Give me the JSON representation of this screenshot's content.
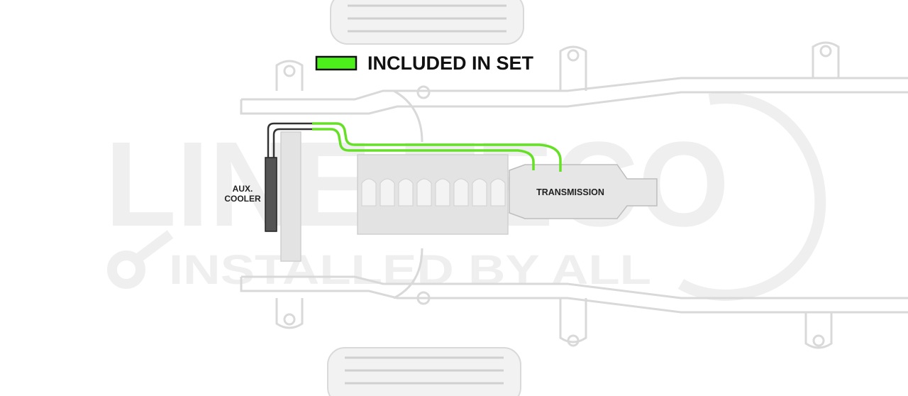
{
  "legend": {
    "label": "INCLUDED IN SET",
    "swatch_color": "#4cf01a"
  },
  "labels": {
    "aux_cooler_line1": "AUX.",
    "aux_cooler_line2": "COOLER",
    "transmission": "TRANSMISSION"
  },
  "watermark": {
    "brand": "LINE TECO",
    "tagline": "INSTALLED BY ALL"
  },
  "colors": {
    "frame_stroke": "#d9d9d9",
    "line_green": "#66e026",
    "line_dark": "#333333",
    "component_fill": "#e3e3e3",
    "watermark": "#efefef"
  }
}
